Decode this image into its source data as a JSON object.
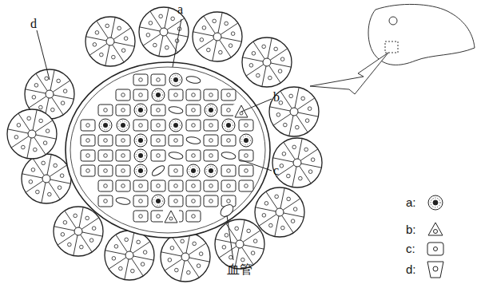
{
  "diagram": {
    "labels": [
      "a",
      "b",
      "c",
      "d",
      "血管"
    ],
    "legend": [
      {
        "text": "a:"
      },
      {
        "text": "b:"
      },
      {
        "text": "c:"
      },
      {
        "text": "d:"
      }
    ]
  }
}
